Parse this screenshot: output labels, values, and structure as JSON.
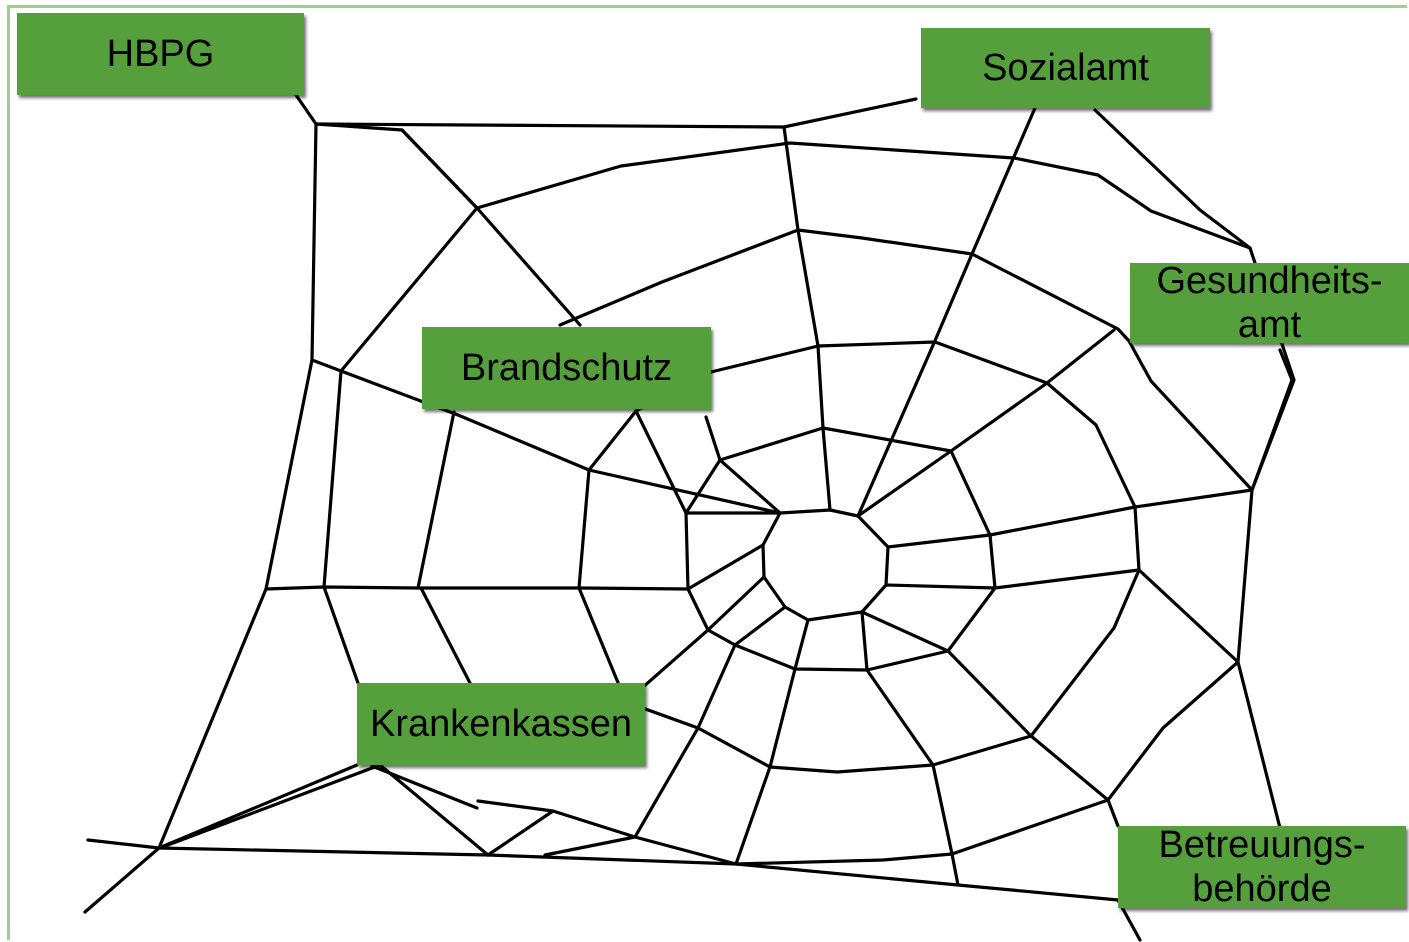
{
  "stakeholders": {
    "hbpg": {
      "label": "HBPG"
    },
    "sozialamt": {
      "label": "Sozialamt"
    },
    "gesundheitsamt": {
      "line1": "Gesundheits-",
      "line2": "amt"
    },
    "brandschutz": {
      "label": "Brandschutz"
    },
    "krankenkassen": {
      "label": "Krankenkassen"
    },
    "betreuungsbehoerde": {
      "line1": "Betreuungs-",
      "line2": "behörde"
    }
  },
  "colors": {
    "box_fill": "#55a03c",
    "frame_border": "#9dd08c",
    "web_line": "#000000"
  }
}
